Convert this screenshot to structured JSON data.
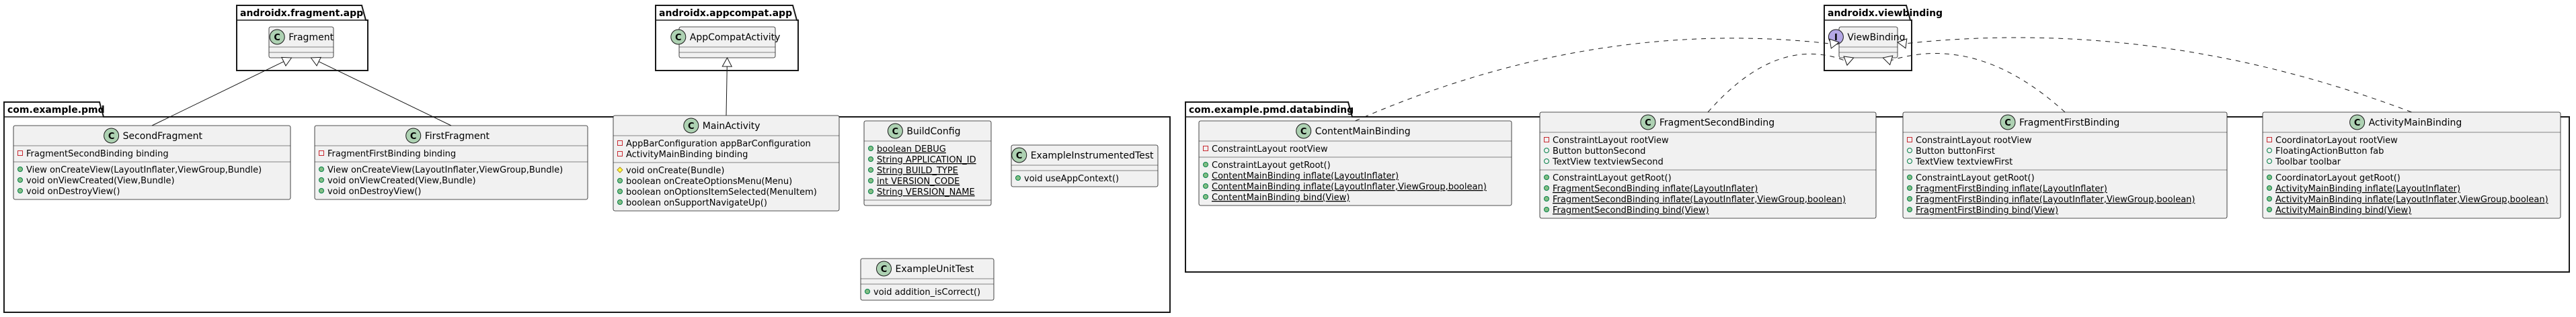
{
  "colors": {
    "class_fill": "#F1F1F1",
    "class_stroke": "#181818",
    "class_icon": "#ADD1B2",
    "private": "#C82930",
    "protected": "#FFFF44",
    "public": "#84BE84",
    "protected_stroke": "#B38D22",
    "public_stroke": "#038048",
    "line": "#181818"
  },
  "packages": [
    {
      "title": "androidx.fragment.app"
    },
    {
      "title": "androidx.appcompat.app"
    },
    {
      "title": "com.example.pmd"
    },
    {
      "title": "androidx.viewbinding"
    },
    {
      "title": "com.example.pmd.databinding"
    }
  ],
  "classes": [
    {
      "name": "Fragment",
      "letter": "C",
      "fields": [],
      "methods": []
    },
    {
      "name": "AppCompatActivity",
      "letter": "C",
      "fields": [],
      "methods": []
    },
    {
      "name": "SecondFragment",
      "letter": "C",
      "fields": [
        {
          "vis": "private",
          "text": "FragmentSecondBinding binding",
          "static": false
        }
      ],
      "methods": [
        {
          "vis": "public",
          "text": "View onCreateView(LayoutInflater,ViewGroup,Bundle)",
          "static": false
        },
        {
          "vis": "public",
          "text": "void onViewCreated(View,Bundle)",
          "static": false
        },
        {
          "vis": "public",
          "text": "void onDestroyView()",
          "static": false
        }
      ]
    },
    {
      "name": "FirstFragment",
      "letter": "C",
      "fields": [
        {
          "vis": "private",
          "text": "FragmentFirstBinding binding",
          "static": false
        }
      ],
      "methods": [
        {
          "vis": "public",
          "text": "View onCreateView(LayoutInflater,ViewGroup,Bundle)",
          "static": false
        },
        {
          "vis": "public",
          "text": "void onViewCreated(View,Bundle)",
          "static": false
        },
        {
          "vis": "public",
          "text": "void onDestroyView()",
          "static": false
        }
      ]
    },
    {
      "name": "MainActivity",
      "letter": "C",
      "fields": [
        {
          "vis": "private",
          "text": "AppBarConfiguration appBarConfiguration",
          "static": false
        },
        {
          "vis": "private",
          "text": "ActivityMainBinding binding",
          "static": false
        }
      ],
      "methods": [
        {
          "vis": "protected",
          "text": "void onCreate(Bundle)",
          "static": false
        },
        {
          "vis": "public",
          "text": "boolean onCreateOptionsMenu(Menu)",
          "static": false
        },
        {
          "vis": "public",
          "text": "boolean onOptionsItemSelected(MenuItem)",
          "static": false
        },
        {
          "vis": "public",
          "text": "boolean onSupportNavigateUp()",
          "static": false
        }
      ]
    },
    {
      "name": "BuildConfig",
      "letter": "C",
      "fields": [
        {
          "vis": "public",
          "text": "boolean DEBUG",
          "static": true
        },
        {
          "vis": "public",
          "text": "String APPLICATION_ID",
          "static": true
        },
        {
          "vis": "public",
          "text": "String BUILD_TYPE",
          "static": true
        },
        {
          "vis": "public",
          "text": "int VERSION_CODE",
          "static": true
        },
        {
          "vis": "public",
          "text": "String VERSION_NAME",
          "static": true
        }
      ],
      "methods": []
    },
    {
      "name": "ExampleInstrumentedTest",
      "letter": "C",
      "fields": [],
      "methods": [
        {
          "vis": "public",
          "text": "void useAppContext()",
          "static": false
        }
      ]
    },
    {
      "name": "ExampleUnitTest",
      "letter": "C",
      "fields": [],
      "methods": [
        {
          "vis": "public",
          "text": "void addition_isCorrect()",
          "static": false
        }
      ]
    },
    {
      "name": "ViewBinding",
      "letter": "I",
      "fields": [],
      "methods": []
    },
    {
      "name": "ContentMainBinding",
      "letter": "C",
      "fields": [
        {
          "vis": "private",
          "text": "ConstraintLayout rootView",
          "static": false
        }
      ],
      "methods": [
        {
          "vis": "public",
          "text": "ConstraintLayout getRoot()",
          "static": false
        },
        {
          "vis": "public",
          "text": "ContentMainBinding inflate(LayoutInflater)",
          "static": true
        },
        {
          "vis": "public",
          "text": "ContentMainBinding inflate(LayoutInflater,ViewGroup,boolean)",
          "static": true
        },
        {
          "vis": "public",
          "text": "ContentMainBinding bind(View)",
          "static": true
        }
      ]
    },
    {
      "name": "FragmentSecondBinding",
      "letter": "C",
      "fields": [
        {
          "vis": "private",
          "text": "ConstraintLayout rootView",
          "static": false
        },
        {
          "vis": "public",
          "text": "Button buttonSecond",
          "static": false
        },
        {
          "vis": "public",
          "text": "TextView textviewSecond",
          "static": false
        }
      ],
      "methods": [
        {
          "vis": "public",
          "text": "ConstraintLayout getRoot()",
          "static": false
        },
        {
          "vis": "public",
          "text": "FragmentSecondBinding inflate(LayoutInflater)",
          "static": true
        },
        {
          "vis": "public",
          "text": "FragmentSecondBinding inflate(LayoutInflater,ViewGroup,boolean)",
          "static": true
        },
        {
          "vis": "public",
          "text": "FragmentSecondBinding bind(View)",
          "static": true
        }
      ]
    },
    {
      "name": "FragmentFirstBinding",
      "letter": "C",
      "fields": [
        {
          "vis": "private",
          "text": "ConstraintLayout rootView",
          "static": false
        },
        {
          "vis": "public",
          "text": "Button buttonFirst",
          "static": false
        },
        {
          "vis": "public",
          "text": "TextView textviewFirst",
          "static": false
        }
      ],
      "methods": [
        {
          "vis": "public",
          "text": "ConstraintLayout getRoot()",
          "static": false
        },
        {
          "vis": "public",
          "text": "FragmentFirstBinding inflate(LayoutInflater)",
          "static": true
        },
        {
          "vis": "public",
          "text": "FragmentFirstBinding inflate(LayoutInflater,ViewGroup,boolean)",
          "static": true
        },
        {
          "vis": "public",
          "text": "FragmentFirstBinding bind(View)",
          "static": true
        }
      ]
    },
    {
      "name": "ActivityMainBinding",
      "letter": "C",
      "fields": [
        {
          "vis": "private",
          "text": "CoordinatorLayout rootView",
          "static": false
        },
        {
          "vis": "public",
          "text": "FloatingActionButton fab",
          "static": false
        },
        {
          "vis": "public",
          "text": "Toolbar toolbar",
          "static": false
        }
      ],
      "methods": [
        {
          "vis": "public",
          "text": "CoordinatorLayout getRoot()",
          "static": false
        },
        {
          "vis": "public",
          "text": "ActivityMainBinding inflate(LayoutInflater)",
          "static": true
        },
        {
          "vis": "public",
          "text": "ActivityMainBinding inflate(LayoutInflater,ViewGroup,boolean)",
          "static": true
        },
        {
          "vis": "public",
          "text": "ActivityMainBinding bind(View)",
          "static": true
        }
      ]
    }
  ],
  "relations": [
    {
      "from": "SecondFragment",
      "to": "Fragment",
      "kind": "extends"
    },
    {
      "from": "FirstFragment",
      "to": "Fragment",
      "kind": "extends"
    },
    {
      "from": "MainActivity",
      "to": "AppCompatActivity",
      "kind": "extends"
    },
    {
      "from": "ContentMainBinding",
      "to": "ViewBinding",
      "kind": "implements"
    },
    {
      "from": "FragmentSecondBinding",
      "to": "ViewBinding",
      "kind": "implements"
    },
    {
      "from": "FragmentFirstBinding",
      "to": "ViewBinding",
      "kind": "implements"
    },
    {
      "from": "ActivityMainBinding",
      "to": "ViewBinding",
      "kind": "implements"
    }
  ]
}
